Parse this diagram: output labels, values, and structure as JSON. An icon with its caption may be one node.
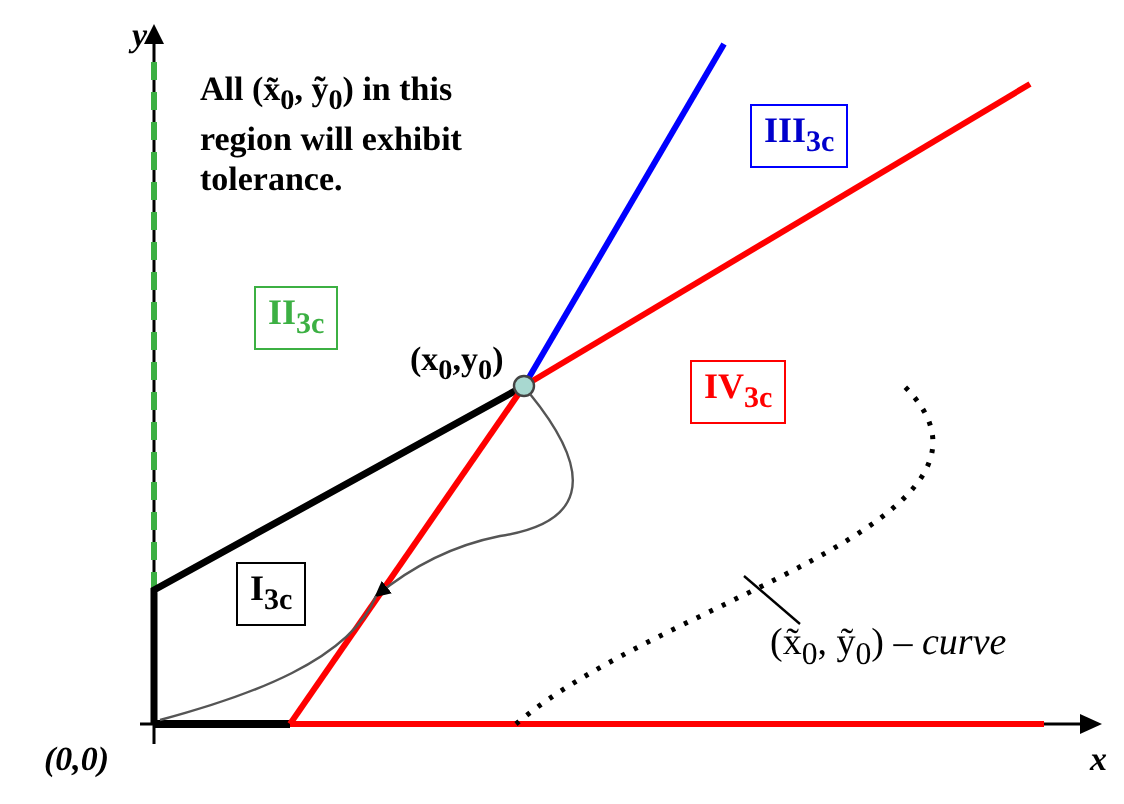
{
  "diagram": {
    "nodes": [
      {
        "text": [
          "III$_{3c}$"
        ]
      },
      {
        "text": [
          "II$_{3c}$"
        ]
      },
      {
        "text": [
          "IV$_{3c}$"
        ]
      },
      {
        "text": [
          "I$_{3c}$"
        ]
      },
      {
        "text": [],
        "shape": "circle",
        "beside": [
          "(x$_{0}$,y$_{0}$)"
        ]
      },
      {
        "text": [
          "(x̃$_{0}$, ỹ$_{0}$) – *curve*"
        ]
      },
      {
        "text": [],
        "shape": "curve"
      }
    ],
    "edges": [
      {
        "from": 5,
        "to": 6,
        "arrow": "none"
      }
    ],
    "labels": [
      "y",
      "All (x̃$_{0}$, ỹ$_{0}$) in this region will exhibit tolerance.",
      "(0,0)",
      "x"
    ]
  }
}
